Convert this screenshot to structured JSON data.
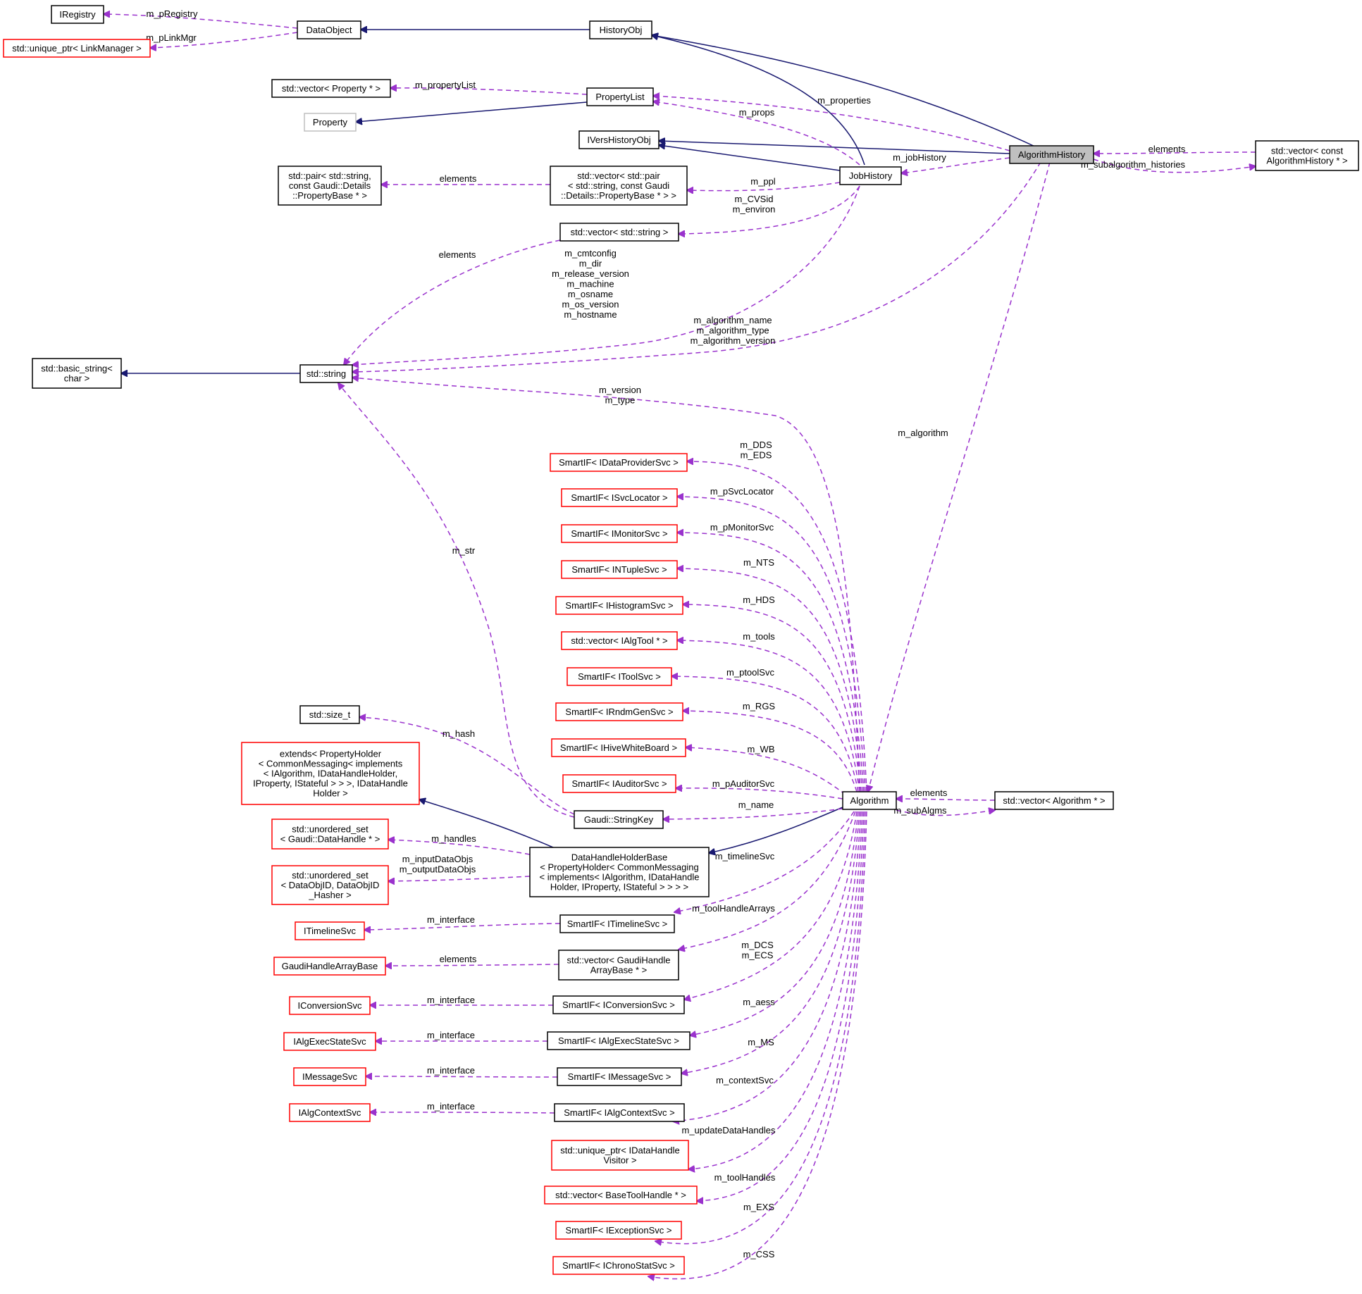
{
  "nodes": {
    "iregistry": {
      "lines": [
        "IRegistry"
      ]
    },
    "unique_ptr_linkmanager": {
      "lines": [
        "std::unique_ptr< LinkManager >"
      ]
    },
    "dataobject": {
      "lines": [
        "DataObject"
      ]
    },
    "historyobj": {
      "lines": [
        "HistoryObj"
      ]
    },
    "vector_property": {
      "lines": [
        "std::vector< Property * >"
      ]
    },
    "propertylist": {
      "lines": [
        "PropertyList"
      ]
    },
    "property": {
      "lines": [
        "Property"
      ]
    },
    "iverhistoryobj": {
      "lines": [
        "IVersHistoryObj"
      ]
    },
    "algorithmhistory": {
      "lines": [
        "AlgorithmHistory"
      ]
    },
    "vector_const_alghistory": {
      "lines": [
        "std::vector< const",
        "AlgorithmHistory * >"
      ]
    },
    "jobhistory": {
      "lines": [
        "JobHistory"
      ]
    },
    "pair_string_propertybase": {
      "lines": [
        "std::pair< std::string,",
        "const Gaudi::Details",
        "::PropertyBase * >"
      ]
    },
    "vector_pair": {
      "lines": [
        "std::vector< std::pair",
        "< std::string, const Gaudi",
        "::Details::PropertyBase * > >"
      ]
    },
    "vector_string": {
      "lines": [
        "std::vector< std::string >"
      ]
    },
    "basic_string": {
      "lines": [
        "std::basic_string<",
        "char >"
      ]
    },
    "std_string": {
      "lines": [
        "std::string"
      ]
    },
    "sif_dataprovider": {
      "lines": [
        "SmartIF< IDataProviderSvc >"
      ]
    },
    "sif_svclocator": {
      "lines": [
        "SmartIF< ISvcLocator >"
      ]
    },
    "sif_monitor": {
      "lines": [
        "SmartIF< IMonitorSvc >"
      ]
    },
    "sif_ntuple": {
      "lines": [
        "SmartIF< INTupleSvc >"
      ]
    },
    "sif_histogram": {
      "lines": [
        "SmartIF< IHistogramSvc >"
      ]
    },
    "vector_algtool": {
      "lines": [
        "std::vector< IAlgTool * >"
      ]
    },
    "sif_toolsvc": {
      "lines": [
        "SmartIF< IToolSvc >"
      ]
    },
    "sif_rndmgen": {
      "lines": [
        "SmartIF< IRndmGenSvc >"
      ]
    },
    "sif_hivewb": {
      "lines": [
        "SmartIF< IHiveWhiteBoard >"
      ]
    },
    "sif_auditor": {
      "lines": [
        "SmartIF< IAuditorSvc >"
      ]
    },
    "size_t": {
      "lines": [
        "std::size_t"
      ]
    },
    "extends_holder": {
      "lines": [
        "extends< PropertyHolder",
        "< CommonMessaging< implements",
        "< IAlgorithm, IDataHandleHolder,",
        "IProperty, IStateful > > >, IDataHandle",
        "Holder >"
      ]
    },
    "stringkey": {
      "lines": [
        "Gaudi::StringKey"
      ]
    },
    "algorithm": {
      "lines": [
        "Algorithm"
      ]
    },
    "vector_algorithm": {
      "lines": [
        "std::vector< Algorithm * >"
      ]
    },
    "unordered_datahandle": {
      "lines": [
        "std::unordered_set",
        "< Gaudi::DataHandle * >"
      ]
    },
    "datahandleholderbase": {
      "lines": [
        "DataHandleHolderBase",
        "< PropertyHolder< CommonMessaging",
        "< implements< IAlgorithm, IDataHandle",
        "Holder, IProperty, IStateful > > > >"
      ]
    },
    "unordered_dataobjid": {
      "lines": [
        "std::unordered_set",
        "< DataObjID, DataObjID",
        "_Hasher >"
      ]
    },
    "itimelinesvc": {
      "lines": [
        "ITimelineSvc"
      ]
    },
    "sif_timeline": {
      "lines": [
        "SmartIF< ITimelineSvc >"
      ]
    },
    "gaudihandlearraybase": {
      "lines": [
        "GaudiHandleArrayBase"
      ]
    },
    "vector_gaudihandle": {
      "lines": [
        "std::vector< GaudiHandle",
        "ArrayBase * >"
      ]
    },
    "iconversionsvc": {
      "lines": [
        "IConversionSvc"
      ]
    },
    "sif_conversion": {
      "lines": [
        "SmartIF< IConversionSvc >"
      ]
    },
    "ialgexecstatesvc": {
      "lines": [
        "IAlgExecStateSvc"
      ]
    },
    "sif_algexec": {
      "lines": [
        "SmartIF< IAlgExecStateSvc >"
      ]
    },
    "imessagesvc": {
      "lines": [
        "IMessageSvc"
      ]
    },
    "sif_message": {
      "lines": [
        "SmartIF< IMessageSvc >"
      ]
    },
    "ialgcontextsvc": {
      "lines": [
        "IAlgContextSvc"
      ]
    },
    "sif_algcontext": {
      "lines": [
        "SmartIF< IAlgContextSvc >"
      ]
    },
    "unique_ptr_visitor": {
      "lines": [
        "std::unique_ptr< IDataHandle",
        "Visitor >"
      ]
    },
    "vector_basetoolhandle": {
      "lines": [
        "std::vector< BaseToolHandle * >"
      ]
    },
    "sif_exception": {
      "lines": [
        "SmartIF< IExceptionSvc >"
      ]
    },
    "sif_chrono": {
      "lines": [
        "SmartIF< IChronoStatSvc >"
      ]
    }
  },
  "edge_labels": {
    "m_pRegistry": [
      "m_pRegistry"
    ],
    "m_pLinkMgr": [
      "m_pLinkMgr"
    ],
    "m_propertyList": [
      "m_propertyList"
    ],
    "m_props": [
      "m_props"
    ],
    "m_properties": [
      "m_properties"
    ],
    "alghist_elements": [
      "elements"
    ],
    "m_subalgorithm_histories": [
      "m_subalgorithm_histories"
    ],
    "m_jobHistory": [
      "m_jobHistory"
    ],
    "pair_elements": [
      "elements"
    ],
    "m_ppl": [
      "m_ppl"
    ],
    "m_cvs_env": [
      "m_CVSid",
      "m_environ"
    ],
    "string_elements": [
      "elements"
    ],
    "job_strings": [
      "m_cmtconfig",
      "m_dir",
      "m_release_version",
      "m_machine",
      "m_osname",
      "m_os_version",
      "m_hostname"
    ],
    "alg_strings": [
      "m_algorithm_name",
      "m_algorithm_type",
      "m_algorithm_version"
    ],
    "m_algorithm": [
      "m_algorithm"
    ],
    "ver_type": [
      "m_version",
      "m_type"
    ],
    "dds_eds": [
      "m_DDS",
      "m_EDS"
    ],
    "m_pSvcLocator": [
      "m_pSvcLocator"
    ],
    "m_pMonitorSvc": [
      "m_pMonitorSvc"
    ],
    "m_NTS": [
      "m_NTS"
    ],
    "m_HDS": [
      "m_HDS"
    ],
    "m_tools": [
      "m_tools"
    ],
    "m_ptoolSvc": [
      "m_ptoolSvc"
    ],
    "m_RGS": [
      "m_RGS"
    ],
    "m_WB": [
      "m_WB"
    ],
    "m_pAuditorSvc": [
      "m_pAuditorSvc"
    ],
    "m_str": [
      "m_str"
    ],
    "m_hash": [
      "m_hash"
    ],
    "m_name": [
      "m_name"
    ],
    "alg_elements": [
      "elements"
    ],
    "m_subAlgms": [
      "m_subAlgms"
    ],
    "m_handles": [
      "m_handles"
    ],
    "in_out_objs": [
      "m_inputDataObjs",
      "m_outputDataObjs"
    ],
    "m_timelineSvc": [
      "m_timelineSvc"
    ],
    "m_interface_timeline": [
      "m_interface"
    ],
    "m_toolHandleArrays": [
      "m_toolHandleArrays"
    ],
    "gh_elements": [
      "elements"
    ],
    "dcs_ecs": [
      "m_DCS",
      "m_ECS"
    ],
    "m_interface_conversion": [
      "m_interface"
    ],
    "m_aess": [
      "m_aess"
    ],
    "m_interface_algexec": [
      "m_interface"
    ],
    "m_MS": [
      "m_MS"
    ],
    "m_interface_message": [
      "m_interface"
    ],
    "m_contextSvc": [
      "m_contextSvc"
    ],
    "m_interface_context": [
      "m_interface"
    ],
    "m_updateDataHandles": [
      "m_updateDataHandles"
    ],
    "m_toolHandles": [
      "m_toolHandles"
    ],
    "m_EXS": [
      "m_EXS"
    ],
    "m_CSS": [
      "m_CSS"
    ]
  }
}
